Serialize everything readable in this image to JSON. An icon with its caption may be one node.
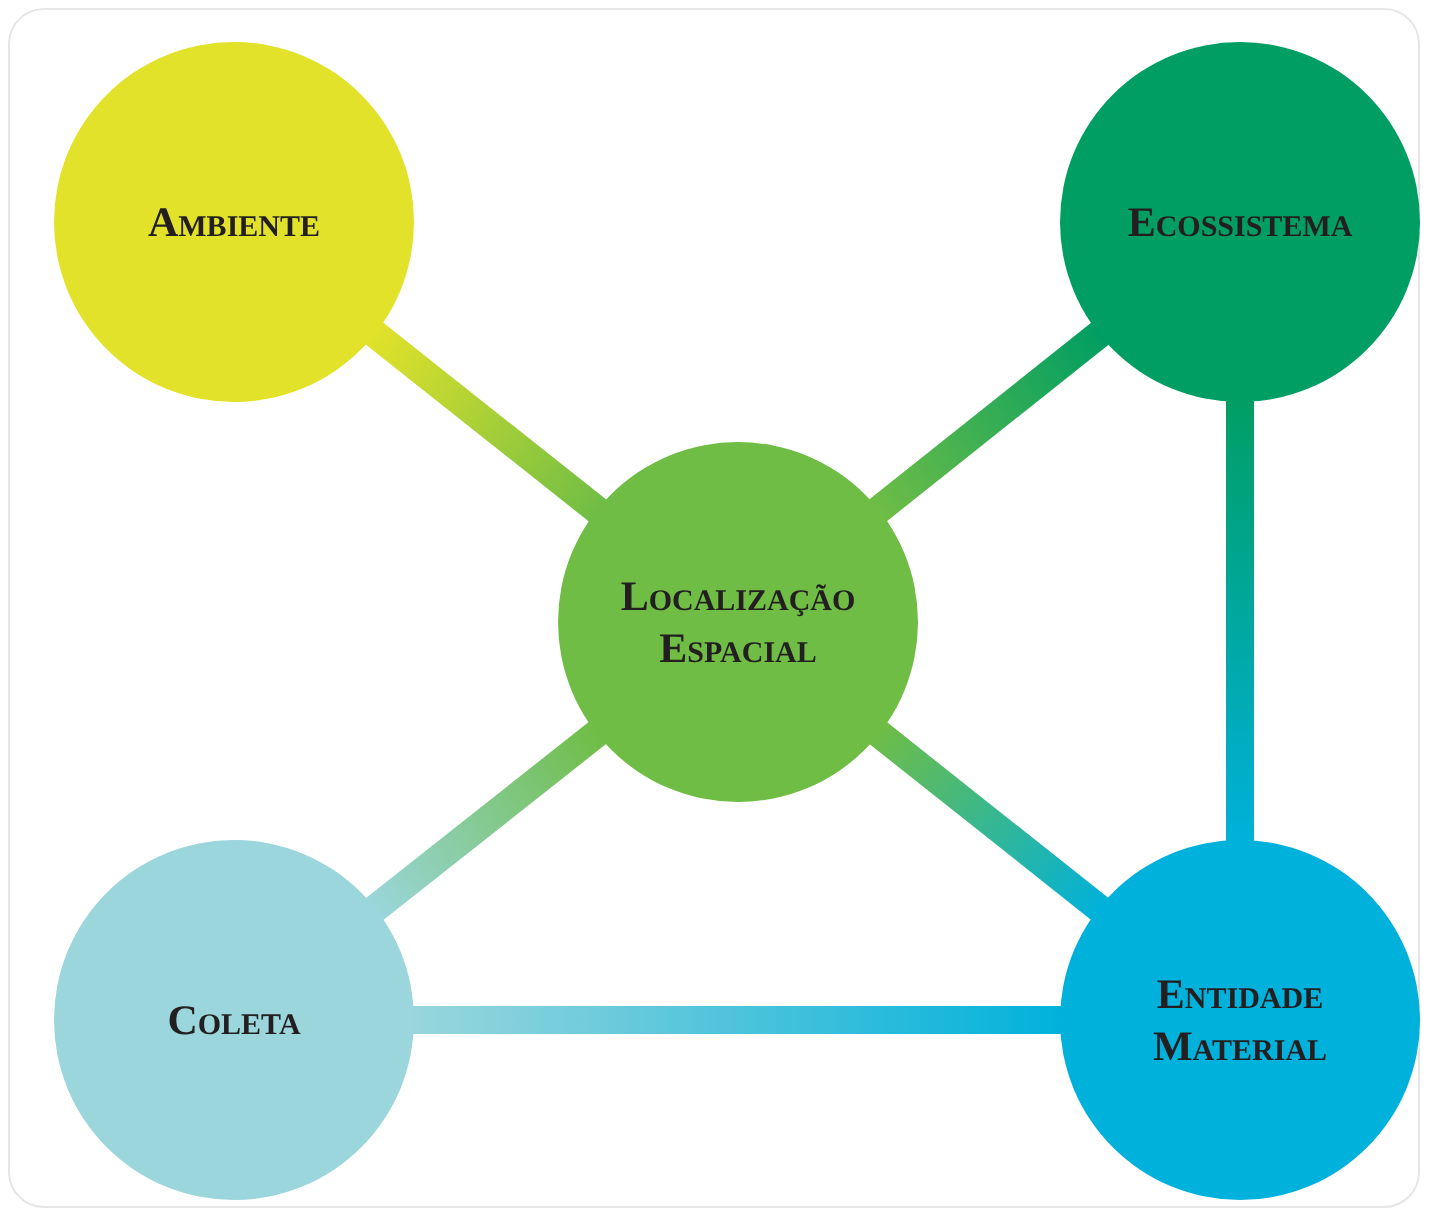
{
  "diagram": {
    "nodes": [
      {
        "text": [
          "Ambiente"
        ]
      },
      {
        "text": [
          "Ecossistema"
        ]
      },
      {
        "text": [
          "Localização Espacial"
        ]
      },
      {
        "text": [
          "Coleta"
        ]
      },
      {
        "text": [
          "Entidade Material"
        ]
      }
    ],
    "edges": [
      {
        "from": 0,
        "to": 2,
        "arrow": "none"
      },
      {
        "from": 1,
        "to": 2,
        "arrow": "none"
      },
      {
        "from": 1,
        "to": 4,
        "arrow": "none"
      },
      {
        "from": 2,
        "to": 3,
        "arrow": "none"
      },
      {
        "from": 2,
        "to": 4,
        "arrow": "none"
      },
      {
        "from": 3,
        "to": 4,
        "arrow": "none"
      }
    ]
  }
}
